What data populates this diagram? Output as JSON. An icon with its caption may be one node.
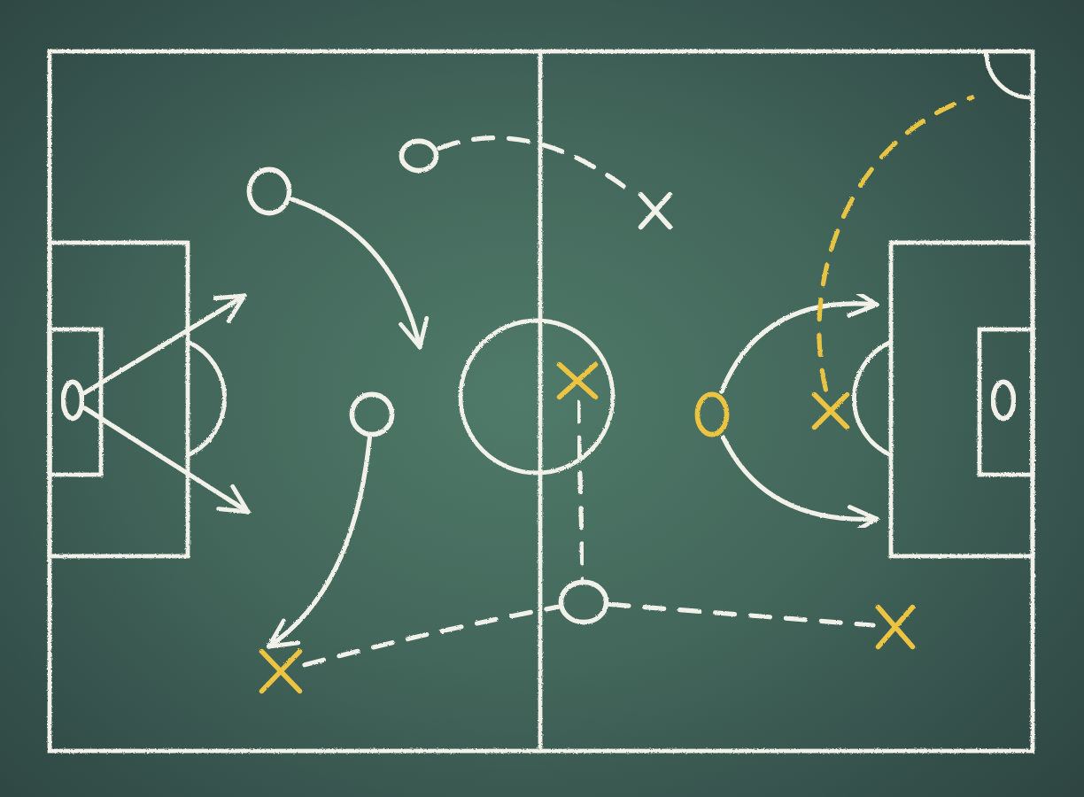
{
  "diagram": {
    "nodes": [
      {
        "text": [],
        "shape": "circle"
      },
      {
        "text": [],
        "shape": "circle"
      },
      {
        "text": [],
        "shape": "circle"
      },
      {
        "text": [],
        "shape": "cross"
      },
      {
        "text": [],
        "shape": "circle"
      },
      {
        "text": [],
        "shape": "cross"
      },
      {
        "text": [],
        "shape": "circle"
      },
      {
        "text": [],
        "shape": "cross"
      },
      {
        "text": [],
        "shape": "cross"
      },
      {
        "text": [],
        "shape": "circle"
      },
      {
        "text": [],
        "shape": "cross"
      },
      {
        "text": [],
        "shape": "circle"
      }
    ],
    "edges": [
      {
        "from": 0,
        "to": null,
        "arrow": "to"
      },
      {
        "from": 0,
        "to": null,
        "arrow": "to"
      },
      {
        "from": 1,
        "to": null,
        "arrow": "to"
      },
      {
        "from": 2,
        "to": 3,
        "arrow": "none",
        "style": "dashed"
      },
      {
        "from": 4,
        "to": 7,
        "arrow": "to"
      },
      {
        "from": 5,
        "to": 6,
        "arrow": "none",
        "style": "dashed"
      },
      {
        "from": 7,
        "to": 6,
        "arrow": "none",
        "style": "dashed"
      },
      {
        "from": 6,
        "to": 8,
        "arrow": "none",
        "style": "dashed"
      },
      {
        "from": 9,
        "to": null,
        "arrow": "to"
      },
      {
        "from": 9,
        "to": null,
        "arrow": "to"
      },
      {
        "from": 10,
        "to": null,
        "arrow": "none",
        "style": "dashed",
        "color": "#e8c444"
      }
    ]
  }
}
